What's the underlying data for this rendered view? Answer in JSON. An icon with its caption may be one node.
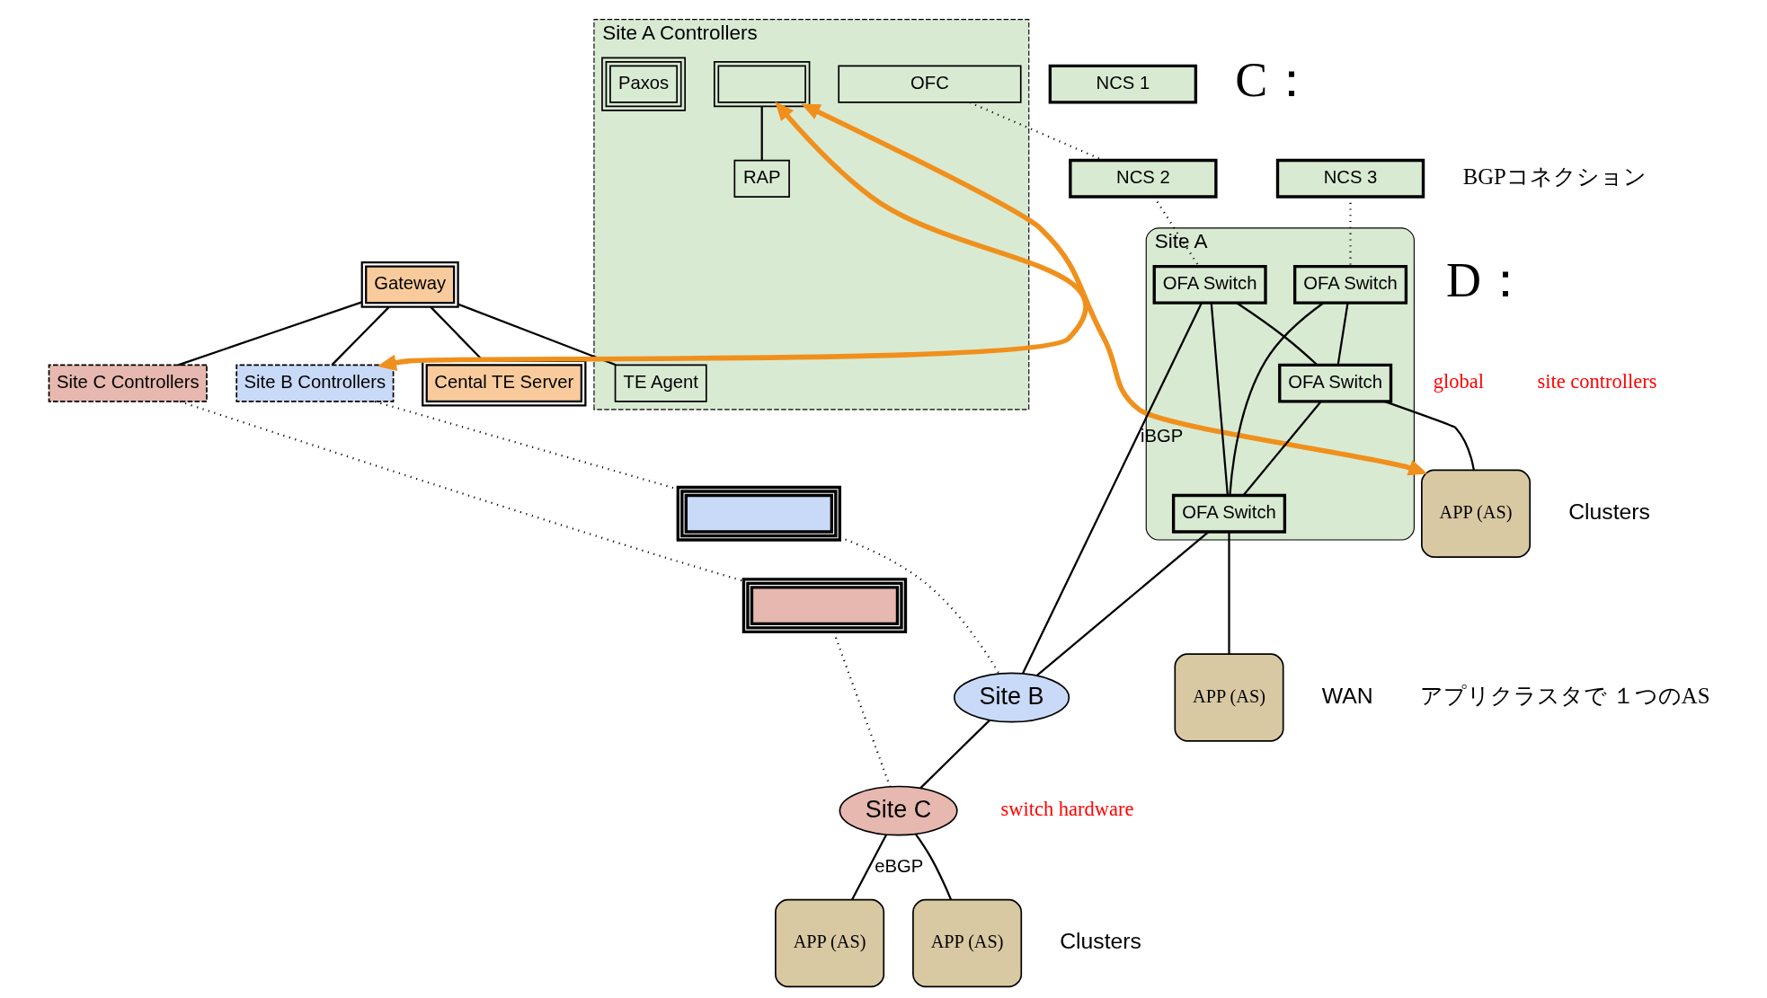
{
  "diagram": {
    "nodes": [
      {
        "text": [
          "Gateway"
        ]
      },
      {
        "text": [
          "Cental TE Server"
        ]
      },
      {
        "text": [
          "Site A Controllers"
        ]
      },
      {
        "text": [],
        "shape": "box",
        "in": 2
      },
      {
        "text": [
          "RAP"
        ],
        "in": 2
      },
      {
        "text": [
          "TE Agent"
        ],
        "in": 2
      },
      {
        "text": [
          "OFC"
        ],
        "in": 2
      },
      {
        "text": [
          "Paxos"
        ],
        "in": 2
      },
      {
        "text": [
          "NCS 1"
        ]
      },
      {
        "text": [
          "NCS 2"
        ]
      },
      {
        "text": [
          "NCS 3"
        ]
      },
      {
        "text": [
          "Site B Controllers"
        ]
      },
      {
        "text": [
          "Site C Controllers"
        ]
      },
      {
        "text": [],
        "shape": "box"
      },
      {
        "text": [],
        "shape": "box"
      },
      {
        "text": [
          "Site A"
        ]
      },
      {
        "text": [
          "OFA Switch"
        ],
        "in": 15
      },
      {
        "text": [
          "OFA Switch"
        ],
        "in": 15
      },
      {
        "text": [
          "OFA Switch"
        ],
        "in": 15
      },
      {
        "text": [
          "OFA Switch"
        ],
        "in": 15
      },
      {
        "text": [
          "Site B"
        ]
      },
      {
        "text": [
          "Site C"
        ]
      },
      {
        "text": [
          "APP (AS)"
        ]
      },
      {
        "text": [
          "APP (AS)"
        ]
      },
      {
        "text": [
          "APP (AS)"
        ]
      },
      {
        "text": [
          "APP (AS)"
        ]
      }
    ],
    "edges": [
      {
        "from": 0,
        "to": 1,
        "arrow": "none"
      },
      {
        "from": 0,
        "to": 5,
        "arrow": "none"
      },
      {
        "from": 0,
        "to": 11,
        "arrow": "none"
      },
      {
        "from": 0,
        "to": 12,
        "arrow": "none"
      },
      {
        "from": 3,
        "to": 4,
        "arrow": "none"
      },
      {
        "from": 6,
        "to": 9,
        "arrow": "none",
        "style": "dashed"
      },
      {
        "from": 10,
        "to": 16,
        "arrow": "none",
        "style": "dashed"
      },
      {
        "from": 9,
        "to": 17,
        "arrow": "none",
        "style": "dashed"
      },
      {
        "from": 11,
        "to": 13,
        "arrow": "none",
        "style": "dashed"
      },
      {
        "from": 13,
        "to": 20,
        "arrow": "none",
        "style": "dashed"
      },
      {
        "from": 12,
        "to": 14,
        "arrow": "none",
        "style": "dashed"
      },
      {
        "from": 14,
        "to": 21,
        "arrow": "none",
        "style": "dashed"
      },
      {
        "from": 16,
        "to": 18,
        "arrow": "none"
      },
      {
        "from": 16,
        "to": 19,
        "arrow": "none"
      },
      {
        "from": 17,
        "to": 18,
        "arrow": "none"
      },
      {
        "from": 17,
        "to": 19,
        "arrow": "none"
      },
      {
        "from": 18,
        "to": 19,
        "arrow": "none"
      },
      {
        "from": 17,
        "to": 20,
        "arrow": "none",
        "label": "iBGP"
      },
      {
        "from": 19,
        "to": 20,
        "arrow": "none"
      },
      {
        "from": 20,
        "to": 21,
        "arrow": "none"
      },
      {
        "from": 18,
        "to": 22,
        "arrow": "none"
      },
      {
        "from": 19,
        "to": 23,
        "arrow": "none"
      },
      {
        "from": 21,
        "to": 24,
        "arrow": "none",
        "label": "eBGP"
      },
      {
        "from": 21,
        "to": 25,
        "arrow": "none"
      },
      {
        "from": 3,
        "to": 22,
        "arrow": "both",
        "style": "thick",
        "color": "#f0901c"
      },
      {
        "from": 3,
        "to": 11,
        "arrow": "both",
        "style": "thick",
        "color": "#f0901c"
      }
    ],
    "labels": [
      "global",
      "site controllers",
      "C：",
      "BGPコネクション",
      "switch hardware",
      "D：",
      "WAN",
      "Clusters",
      "Clusters",
      "アプリクラスタで １つのAS"
    ]
  }
}
